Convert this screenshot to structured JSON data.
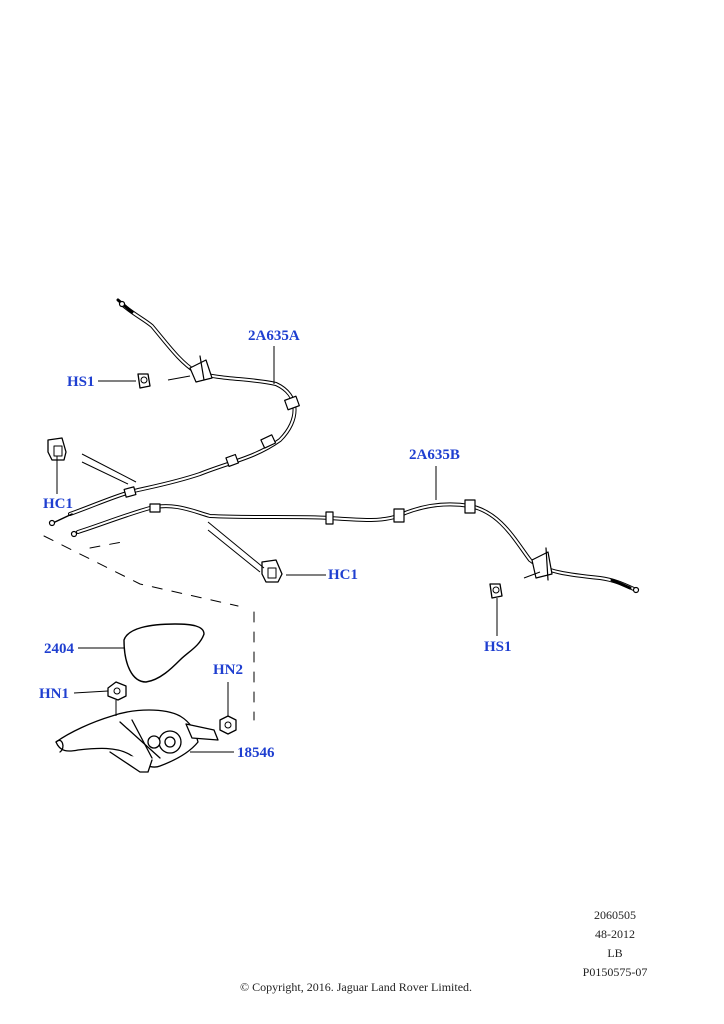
{
  "callouts": {
    "cable_front_left": "2A635A",
    "cable_rear": "2A635B",
    "screw_upper": "HS1",
    "screw_right": "HS1",
    "clip_left": "HC1",
    "clip_center": "HC1",
    "boot": "2404",
    "nut_left": "HN1",
    "nut_right": "HN2",
    "lever_assembly": "18546"
  },
  "meta": {
    "line1": "2060505",
    "line2": "48-2012",
    "line3": "LB",
    "line4": "P0150575-07"
  },
  "copyright": "© Copyright, 2016. Jaguar Land Rover Limited.",
  "colors": {
    "callout": "#1f3fd0",
    "line": "#000000"
  }
}
